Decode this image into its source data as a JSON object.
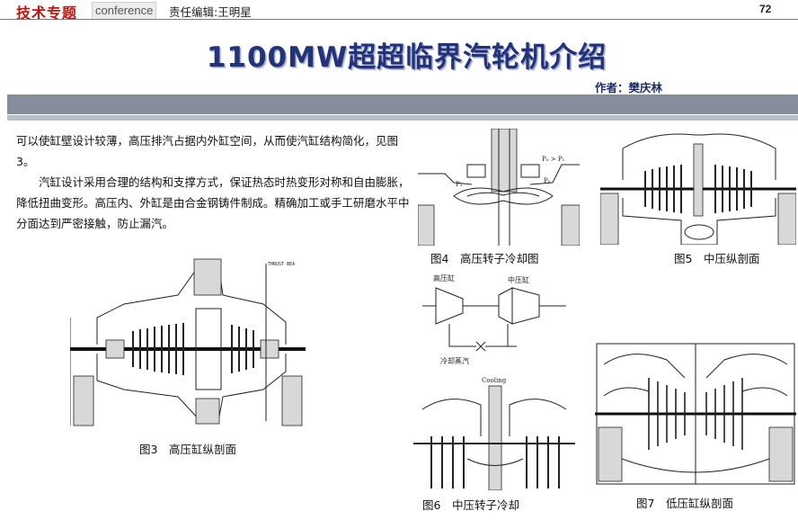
{
  "header": {
    "section_cn": "技术专题",
    "section_en": "conference",
    "editor": "责任编辑:王明星",
    "page_number": "72"
  },
  "article": {
    "title": "1100MW超超临界汽轮机介绍",
    "author": "作者：樊庆林",
    "paragraphs": [
      "可以使缸壁设计较薄，高压排汽占据内外缸空间，从而使汽缸结构简化，见图3。",
      "汽缸设计采用合理的结构和支撑方式，保证热态时热变形对称和自由膨胀，降低扭曲变形。高压内、外缸是由合金钢铸件制成。精确加工或手工研磨水平中分面达到严密接触，防止漏汽。"
    ]
  },
  "figures": {
    "fig3": {
      "caption": "图3　高压缸纵剖面",
      "label_thrust": "THRUST BEA"
    },
    "fig4": {
      "caption": "图4　高压转子冷却图",
      "label_p0_gt_p1": "P₀ > P₁",
      "label_p0": "P₀",
      "label_p1": "P₁"
    },
    "fig5": {
      "caption": "图5　中压纵剖面"
    },
    "fig6": {
      "caption": "图6　中压转子冷却",
      "label_hp": "高压缸",
      "label_ip": "中压缸",
      "label_steam": "冷却蒸汽",
      "label_cooling": "Cooling"
    },
    "fig7": {
      "caption": "图7　低压缸纵剖面"
    }
  },
  "colors": {
    "brand_red": "#c0140e",
    "title_navy": "#23337a",
    "band_gray": "#868d9d"
  }
}
